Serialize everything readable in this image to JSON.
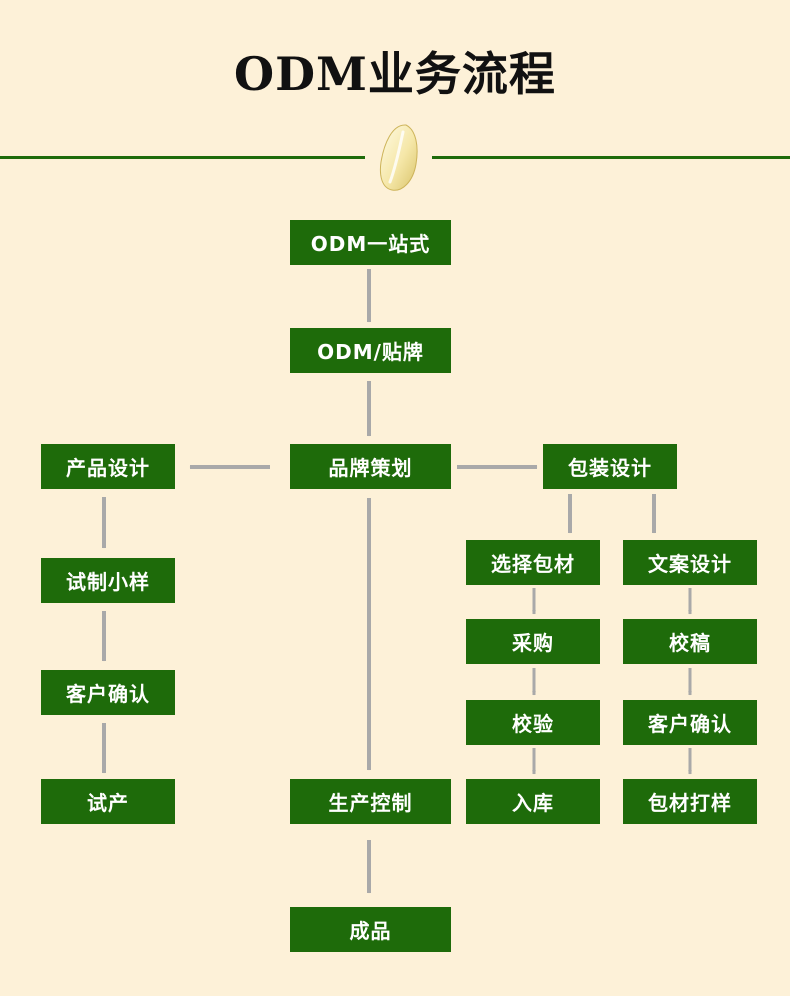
{
  "title": "ODM业务流程",
  "colors": {
    "background": "#fdf1d8",
    "node": "#1e6b0a",
    "text": "#ffffff",
    "arrow": "#a9a9a9",
    "rule": "#1e6b0a"
  },
  "icons": [
    "rice-grain-icon"
  ],
  "nodes": {
    "odm_one_stop": "ODM一站式",
    "odm_label": "ODM/贴牌",
    "brand_planning": "品牌策划",
    "product_design": "产品设计",
    "trial_sample": "试制小样",
    "customer_confirm_left": "客户确认",
    "trial_production": "试产",
    "packaging_design": "包装设计",
    "select_packaging": "选择包材",
    "copy_design": "文案设计",
    "purchase": "采购",
    "proofread": "校稿",
    "inspection": "校验",
    "customer_confirm_right": "客户确认",
    "warehousing": "入库",
    "packaging_sample": "包材打样",
    "production_control": "生产控制",
    "finished_product": "成品"
  }
}
